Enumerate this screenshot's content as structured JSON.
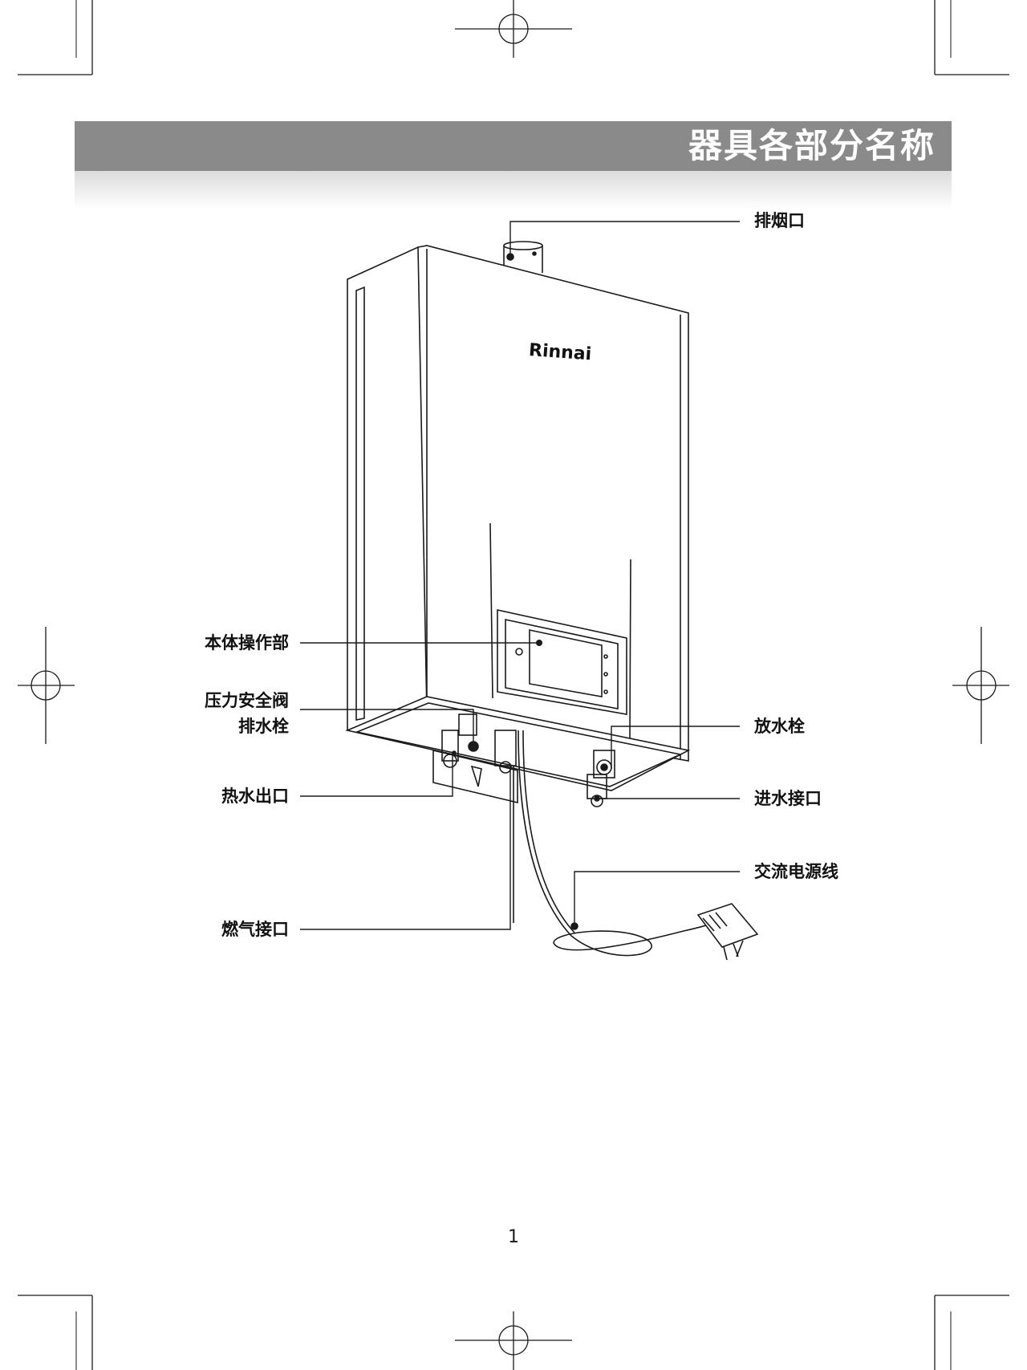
{
  "header": {
    "title": "器具各部分名称"
  },
  "diagram": {
    "brand": "Rinnai",
    "labels": {
      "flue_outlet": "排烟口",
      "control_panel": "本体操作部",
      "relief_valve_line1": "压力安全阀",
      "relief_valve_line2": "排水栓",
      "hot_water_outlet": "热水出口",
      "gas_inlet": "燃气接口",
      "drain_plug": "放水栓",
      "water_inlet": "进水接口",
      "power_cord": "交流电源线"
    }
  },
  "footer": {
    "page_number": "1"
  },
  "colors": {
    "title_bar": "#8a8a8a",
    "title_text": "#ffffff",
    "line": "#1a1a1a"
  }
}
